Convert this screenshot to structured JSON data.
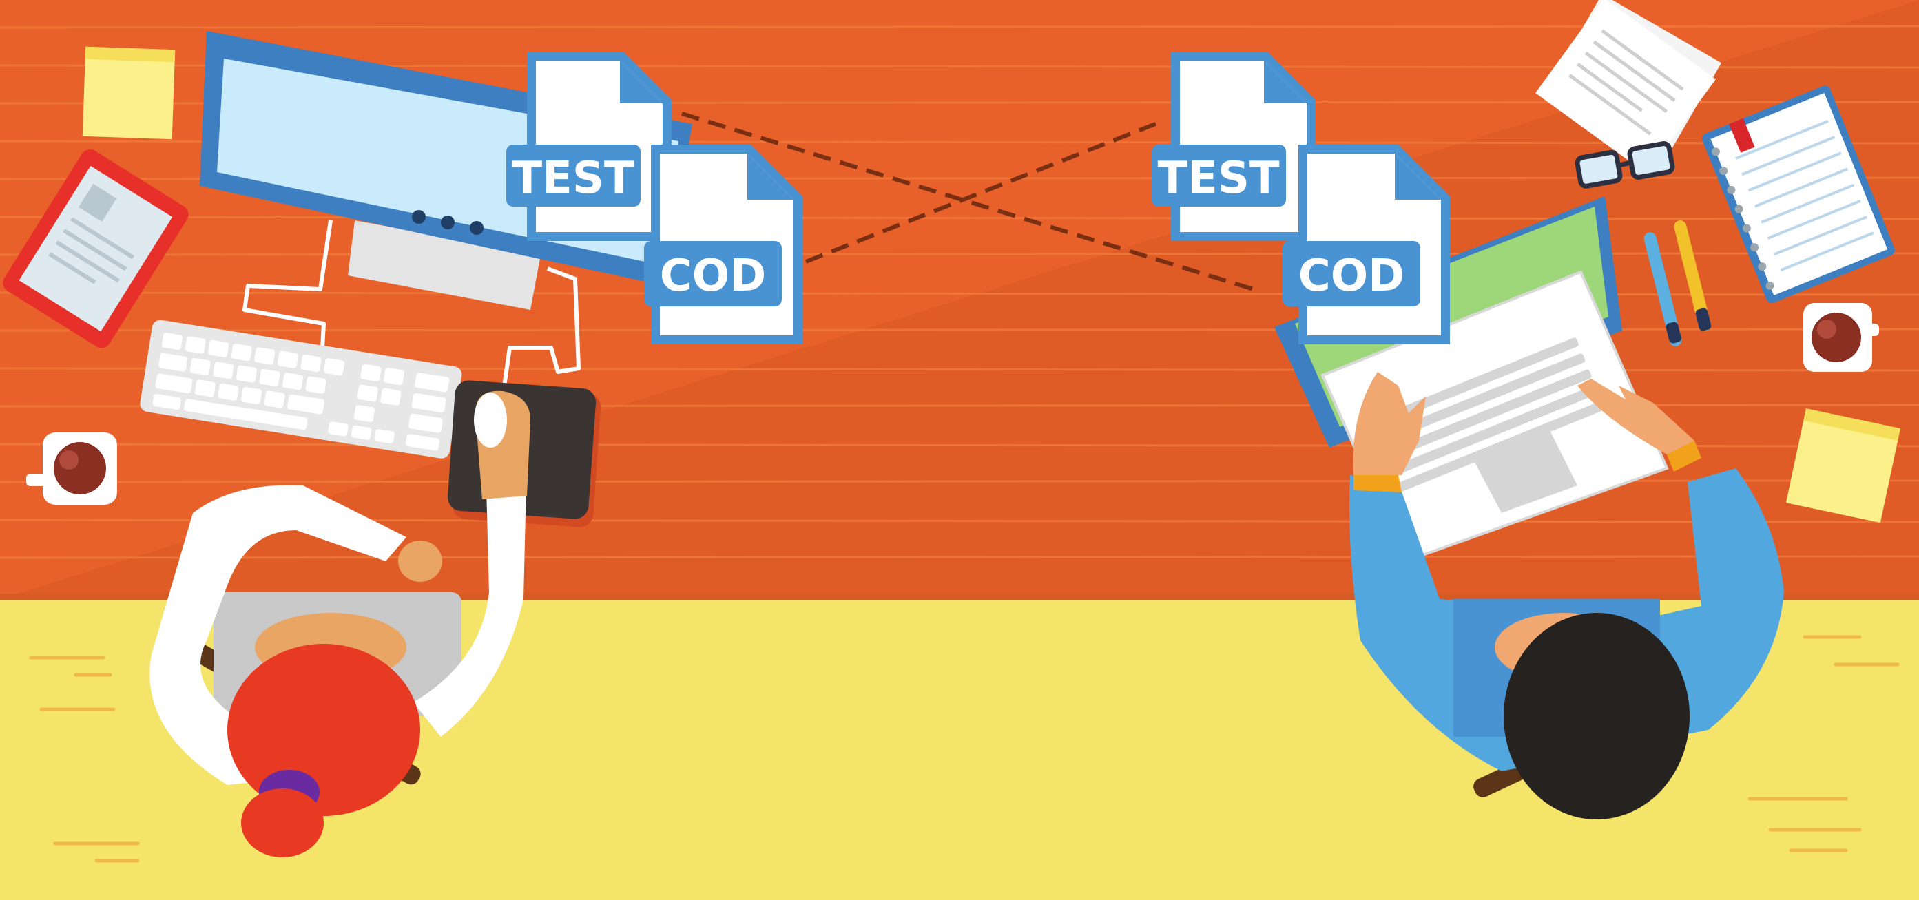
{
  "files": {
    "left_test": "TEST",
    "left_code": "COD",
    "right_test": "TEST",
    "right_code": "COD"
  },
  "colors": {
    "desk": "#e8612a",
    "floor": "#f5e46a",
    "file_blue": "#4a93d3",
    "dash_line": "#7a2e12"
  },
  "icons": [
    "desktop-monitor-icon",
    "laptop-icon",
    "keyboard-icon",
    "tablet-icon",
    "coffee-mug-icon",
    "sticky-note-icon",
    "notebook-icon",
    "glasses-icon",
    "pen-icon",
    "file-icon"
  ]
}
